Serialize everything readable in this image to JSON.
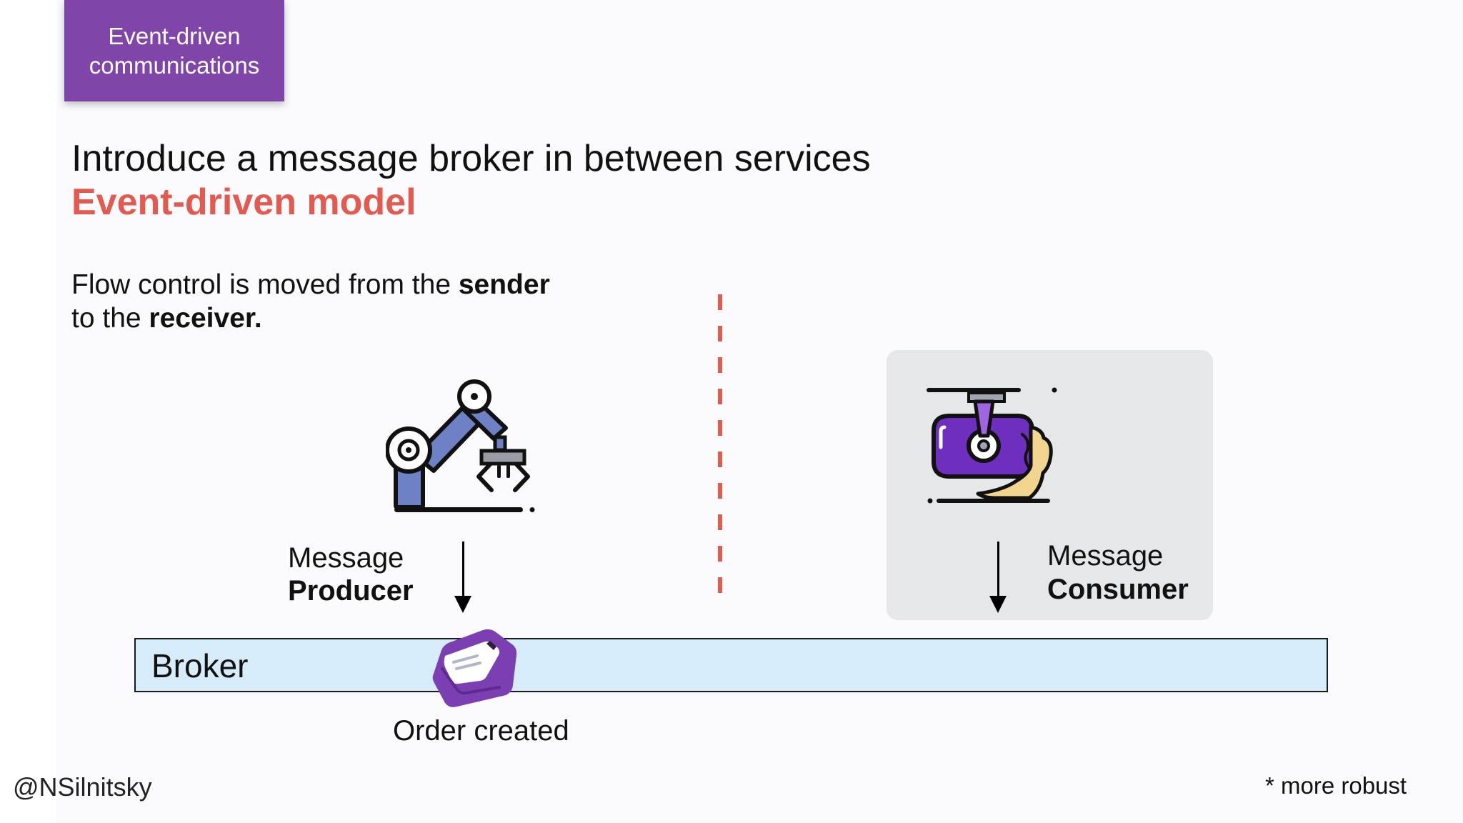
{
  "slide": {
    "tag": {
      "line1": "Event-driven",
      "line2": "communications"
    },
    "headline": "Introduce a message broker in between services",
    "subheadline": "Event-driven model",
    "body": {
      "line1_prefix": "Flow control is moved from the ",
      "line1_bold": "sender",
      "line2_prefix": "to the ",
      "line2_bold": "receiver."
    },
    "producer": {
      "label_top": "Message",
      "label_bottom": "Producer"
    },
    "consumer": {
      "label_top": "Message",
      "label_bottom": "Consumer"
    },
    "broker_label": "Broker",
    "caption": "Order created",
    "handle": "@NSilnitsky",
    "footnote": "* more robust"
  },
  "icons": {
    "producer": "robotic-arm-icon",
    "consumer": "injection-molding-machine-icon",
    "message": "message-envelope-icon"
  },
  "colors": {
    "tag_background": "#7f45a8",
    "accent_red": "#e35a50",
    "broker_fill": "#d7ecfb",
    "consumer_panel": "#e5e7e8",
    "producer_icon_blue": "#6f81c5",
    "consumer_icon_purple": "#6f2fbe",
    "consumer_icon_yellow": "#f1d48e",
    "message_purple": "#7b3fb1"
  }
}
